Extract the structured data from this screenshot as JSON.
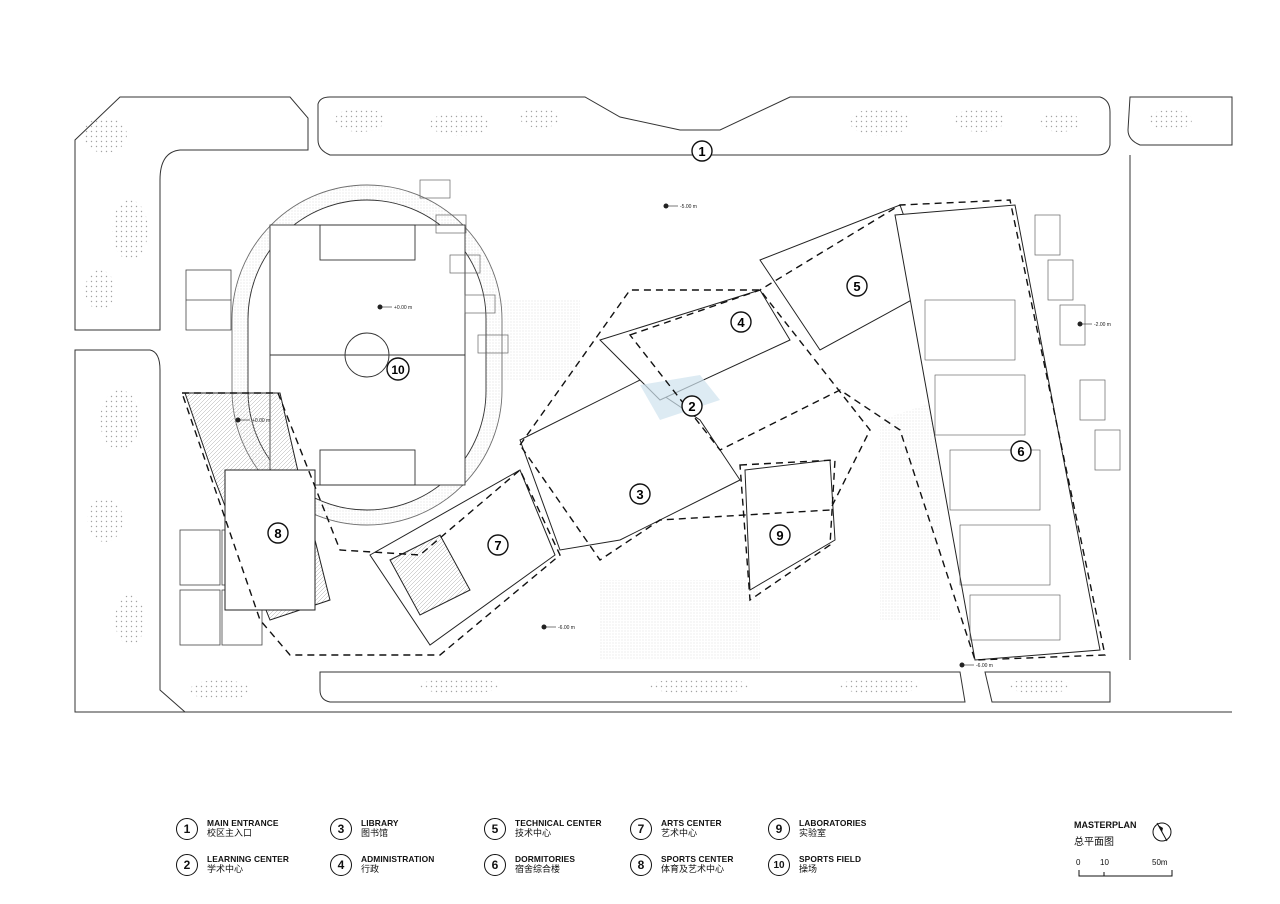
{
  "map": {
    "site_labels": [
      "1",
      "2",
      "3",
      "4",
      "5",
      "6",
      "7",
      "8",
      "9",
      "10"
    ],
    "elevations": [
      "-5.00 m",
      "-2.00 m",
      "+0.00 m",
      "+0.00 m",
      "-6.00 m",
      "-6.00 m"
    ]
  },
  "legend": [
    {
      "num": "1",
      "en": "MAIN ENTRANCE",
      "zh": "校区主入口"
    },
    {
      "num": "2",
      "en": "LEARNING CENTER",
      "zh": "学术中心"
    },
    {
      "num": "3",
      "en": "LIBRARY",
      "zh": "图书馆"
    },
    {
      "num": "4",
      "en": "ADMINISTRATION",
      "zh": "行政"
    },
    {
      "num": "5",
      "en": "TECHNICAL CENTER",
      "zh": "技术中心"
    },
    {
      "num": "6",
      "en": "DORMITORIES",
      "zh": "宿舍综合楼"
    },
    {
      "num": "7",
      "en": "ARTS CENTER",
      "zh": "艺术中心"
    },
    {
      "num": "8",
      "en": "SPORTS CENTER",
      "zh": "体育及艺术中心"
    },
    {
      "num": "9",
      "en": "LABORATORIES",
      "zh": "实验室"
    },
    {
      "num": "10",
      "en": "SPORTS FIELD",
      "zh": "操场"
    }
  ],
  "title": {
    "en": "MASTERPLAN",
    "zh": "总平面图"
  },
  "scale": {
    "labels": [
      "0",
      "10",
      "50m"
    ]
  },
  "icons": {
    "north": "north-arrow-icon"
  },
  "colors": {
    "line": "#222222",
    "landscape": "#c9c9c9",
    "water": "#cfe3ee",
    "paper": "#ffffff"
  }
}
